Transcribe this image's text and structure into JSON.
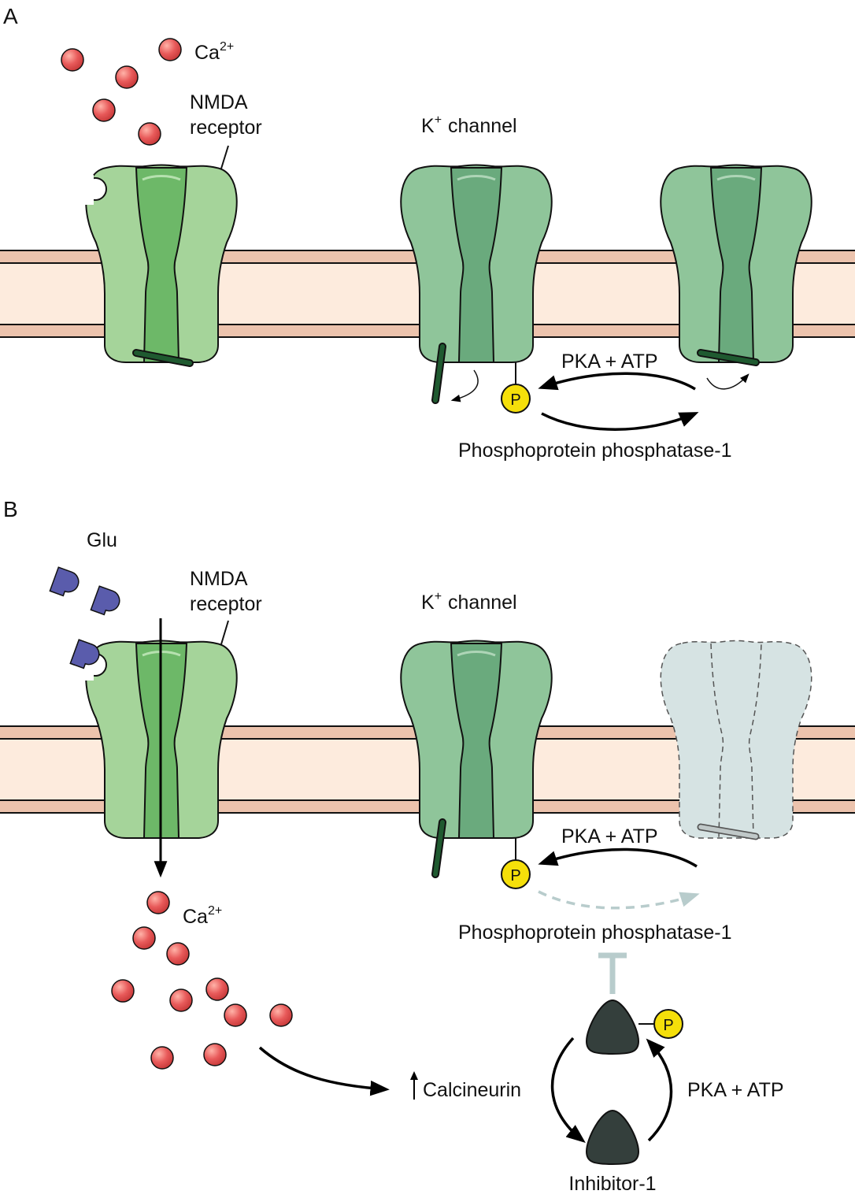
{
  "panels": {
    "a": {
      "letter": "A",
      "ion_label": "Ca",
      "ion_charge": "2+",
      "nmda_line1": "NMDA",
      "nmda_line2": "receptor",
      "k_label": "K",
      "k_charge": "+",
      "k_word": "channel",
      "pka": "PKA + ATP",
      "phosphatase": "Phosphoprotein phosphatase-1",
      "phospho": "P"
    },
    "b": {
      "letter": "B",
      "glu": "Glu",
      "ion_label": "Ca",
      "ion_charge": "2+",
      "nmda_line1": "NMDA",
      "nmda_line2": "receptor",
      "k_label": "K",
      "k_charge": "+",
      "k_word": "channel",
      "pka": "PKA + ATP",
      "phosphatase": "Phosphoprotein phosphatase-1",
      "phospho": "P",
      "calcineurin": "Calcineurin",
      "pka_inhibitor": "PKA + ATP",
      "inhibitor": "Inhibitor-1",
      "inhibitor_phospho": "P"
    }
  },
  "colors": {
    "membrane_outer": "#ecc3ad",
    "membrane_inner": "#fdebdd",
    "nmda_body": "#a5d49a",
    "nmda_pore": "#6db868",
    "k_body": "#8fc59a",
    "k_pore": "#6aaa7d",
    "gate": "#1f5a30",
    "calcium": "#e85a5a",
    "glutamate": "#5a5cac",
    "phosphate": "#f5df0a",
    "inhibitor": "#343f3c",
    "ghost": "#d6e3e3",
    "faded_arrow": "#b8cccc"
  }
}
